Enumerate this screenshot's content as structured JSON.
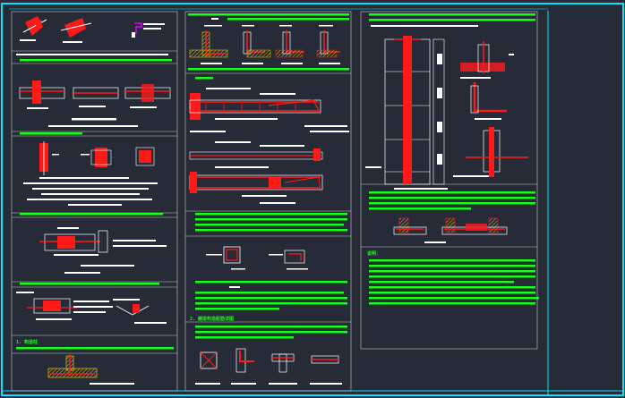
{
  "drawing": {
    "background": "#262b37",
    "colors": {
      "frame": "#00e5ff",
      "panel_border": "#c8c8c8",
      "note_text": "#18ff18",
      "rebar": "#ff1a1a",
      "concrete_hatch": "#e8c000",
      "dimension": "#ffffff",
      "annotation": "#ffffff",
      "accent": "#e000ff"
    },
    "icons": [
      "rebar-detail-icon",
      "hatch-pattern-icon",
      "section-mark-icon"
    ],
    "section_titles": {
      "left_lower": "1. 构造柱",
      "middle_lower": "2. 圈梁构造配筋详图",
      "right_notes": "说明："
    }
  }
}
